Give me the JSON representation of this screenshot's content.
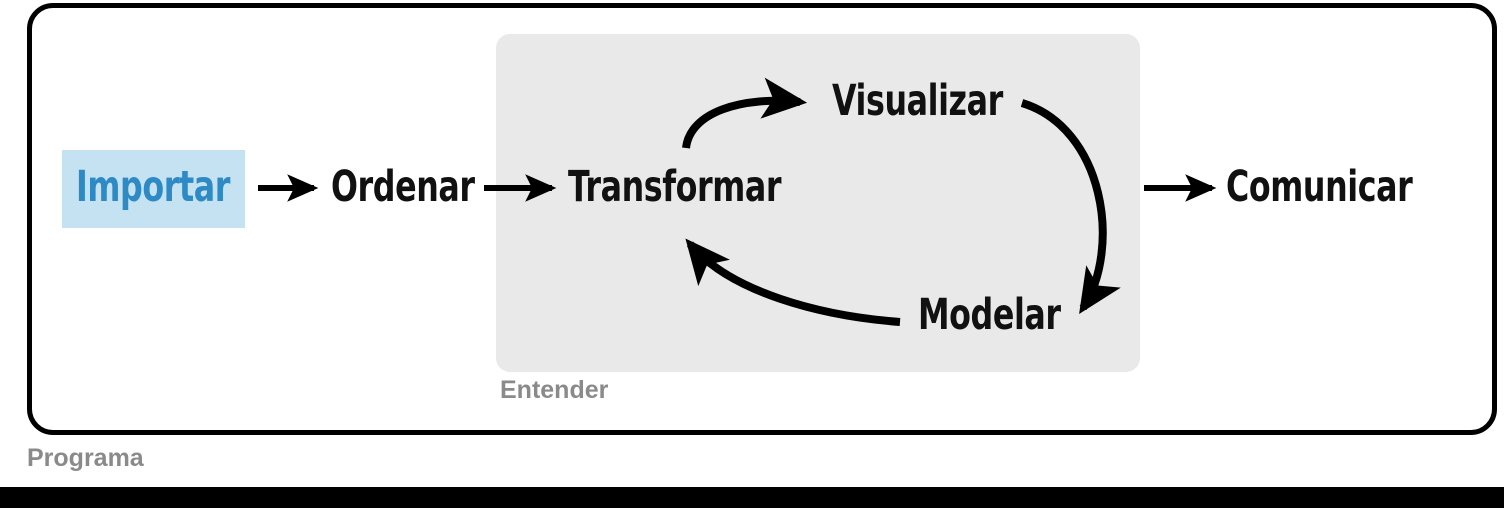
{
  "diagram": {
    "title": "Programa",
    "outer_container_label": "Programa",
    "inner_container_label": "Entender",
    "highlight_color": "#c4e2f2",
    "highlight_text_color": "#2e8ac4",
    "inner_container_color": "#e9e9e9",
    "caption_color": "#8a8a8a",
    "arrow_color": "#000000",
    "stages": [
      {
        "id": "importar",
        "label": "Importar",
        "highlighted": true,
        "group": "programa"
      },
      {
        "id": "ordenar",
        "label": "Ordenar",
        "highlighted": false,
        "group": "programa"
      },
      {
        "id": "transformar",
        "label": "Transformar",
        "highlighted": false,
        "group": "entender"
      },
      {
        "id": "visualizar",
        "label": "Visualizar",
        "highlighted": false,
        "group": "entender"
      },
      {
        "id": "modelar",
        "label": "Modelar",
        "highlighted": false,
        "group": "entender"
      },
      {
        "id": "comunicar",
        "label": "Comunicar",
        "highlighted": false,
        "group": "programa"
      }
    ],
    "connections": [
      {
        "from": "importar",
        "to": "ordenar",
        "style": "straight"
      },
      {
        "from": "ordenar",
        "to": "transformar",
        "style": "straight"
      },
      {
        "from": "transformar",
        "to": "visualizar",
        "style": "curved"
      },
      {
        "from": "visualizar",
        "to": "modelar",
        "style": "curved"
      },
      {
        "from": "modelar",
        "to": "transformar",
        "style": "curved"
      },
      {
        "from": "visualizar",
        "to": "comunicar",
        "style": "straight"
      }
    ]
  }
}
